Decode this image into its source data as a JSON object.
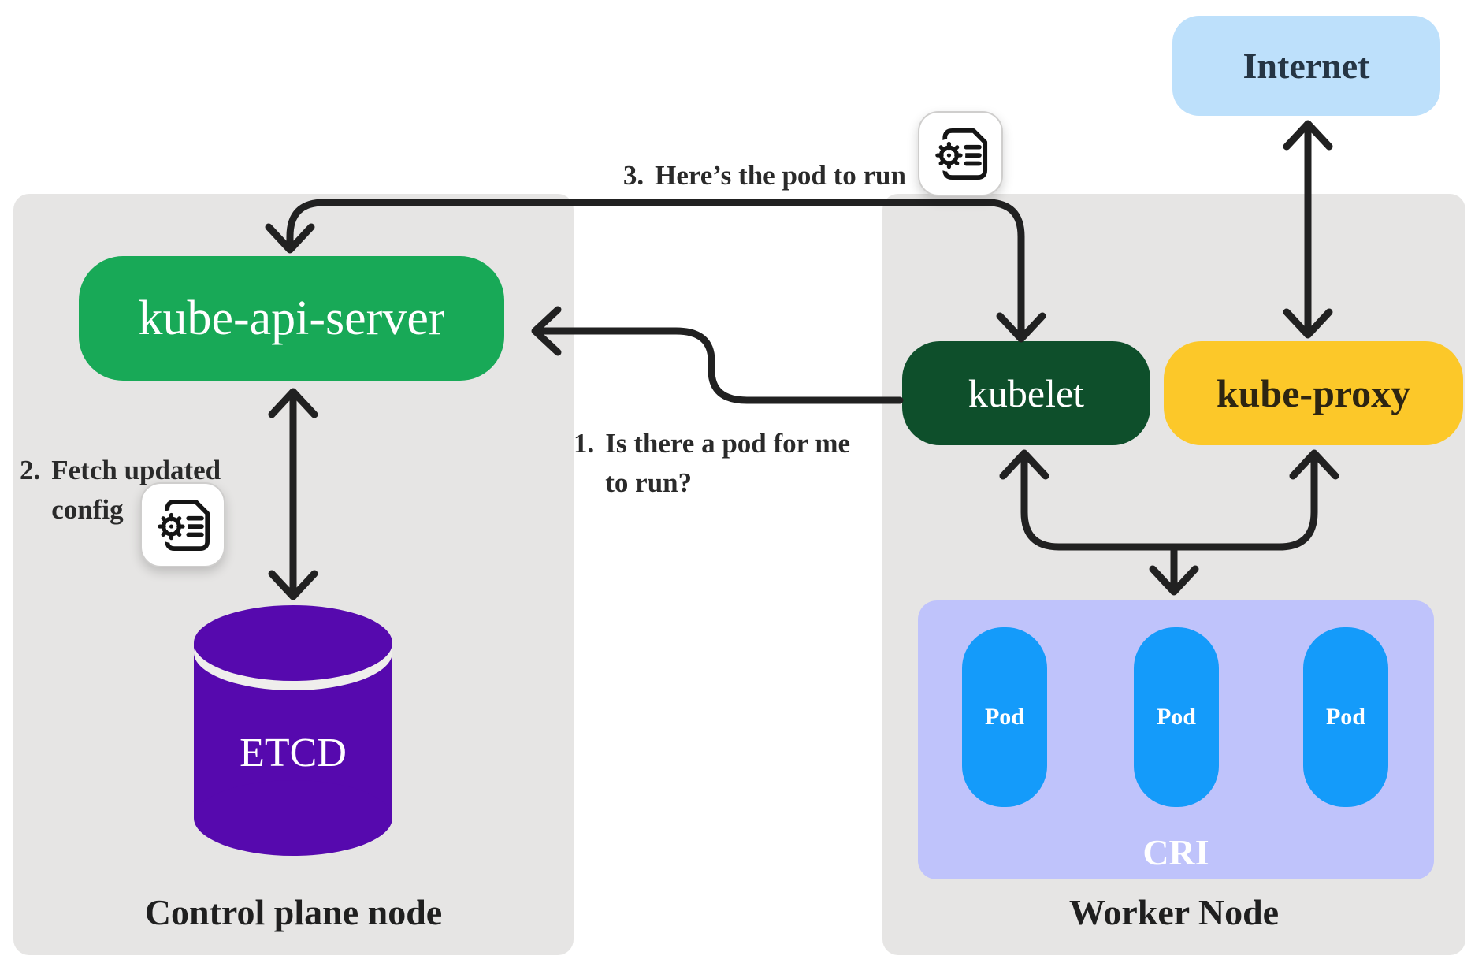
{
  "diagram": {
    "kind": "kubernetes-architecture",
    "colors": {
      "node_box_bg": "#e6e5e4",
      "api_server_green": "#18a957",
      "kubelet_dark_green": "#0e4f2b",
      "kube_proxy_yellow": "#fcc829",
      "internet_light_blue": "#bde0fb",
      "etcd_purple": "#5609ae",
      "cri_lavender": "#bfc3fb",
      "pod_blue": "#149bfa",
      "arrow_black": "#212121",
      "annotation_text": "#2a2a2a"
    }
  },
  "control_plane": {
    "label": "Control plane node",
    "api_server_label": "kube-api-server",
    "etcd_label": "ETCD"
  },
  "worker_node": {
    "label": "Worker Node",
    "kubelet_label": "kubelet",
    "kube_proxy_label": "kube-proxy",
    "cri_label": "CRI",
    "pods": [
      {
        "label": "Pod"
      },
      {
        "label": "Pod"
      },
      {
        "label": "Pod"
      }
    ]
  },
  "internet": {
    "label": "Internet"
  },
  "annotations": {
    "step1": {
      "number": "1.",
      "text": "Is there a pod for me\nto run?"
    },
    "step2": {
      "number": "2.",
      "text": "Fetch updated\nconfig"
    },
    "step3": {
      "number": "3.",
      "text": "Here’s the pod to run"
    }
  },
  "icons": {
    "config_file": "gear-document-config-icon"
  }
}
